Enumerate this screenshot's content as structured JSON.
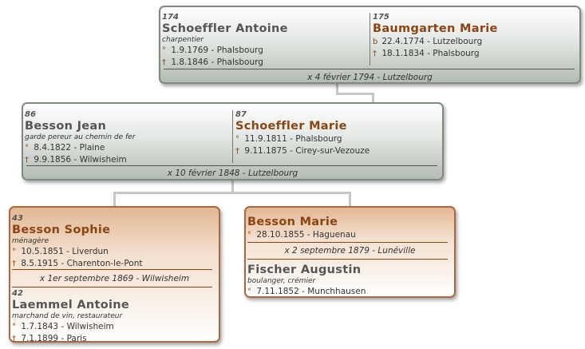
{
  "generation1": {
    "husband": {
      "number": "174",
      "name": "Schoeffler Antoine",
      "occupation": "charpentier",
      "birth_sym": "°",
      "birth": "1.9.1769 - Phalsbourg",
      "death_sym": "†",
      "death": "1.8.1846 - Phalsbourg"
    },
    "wife": {
      "number": "175",
      "name": "Baumgarten Marie",
      "birth_sym": "b",
      "birth": "22.4.1774 - Lutzelbourg",
      "death_sym": "†",
      "death": "18.1.1834 - Phalsbourg"
    },
    "marriage": "x 4 février 1794 - Lutzelbourg"
  },
  "generation2": {
    "husband": {
      "number": "86",
      "name": "Besson Jean",
      "occupation": "garde pereur au chemin de fer",
      "birth_sym": "°",
      "birth": "8.4.1822 - Plaine",
      "death_sym": "†",
      "death": "9.9.1856 - Wilwisheim"
    },
    "wife": {
      "number": "87",
      "name": "Schoeffler Marie",
      "birth_sym": "°",
      "birth": "11.9.1811 - Phalsbourg",
      "death_sym": "†",
      "death": "9.11.1875 - Cirey-sur-Vezouze"
    },
    "marriage": "x 10 février 1848 - Lutzelbourg"
  },
  "child1": {
    "person": {
      "number": "43",
      "name": "Besson Sophie",
      "occupation": "ménagère",
      "birth_sym": "°",
      "birth": "10.5.1851 - Liverdun",
      "death_sym": "†",
      "death": "8.5.1915 - Charenton-le-Pont"
    },
    "marriage": "x 1er septembre 1869 - Wilwisheim",
    "spouse": {
      "number": "42",
      "name": "Laemmel Antoine",
      "occupation": "marchand de vin, restaurateur",
      "birth_sym": "°",
      "birth": "1.7.1843 - Wilwisheim",
      "death_sym": "†",
      "death": "7.1.1899 - Paris"
    }
  },
  "child2": {
    "person": {
      "name": "Besson Marie",
      "birth_sym": "°",
      "birth": "28.10.1855 - Haguenau"
    },
    "marriage": "x 2 septembre 1879 - Lunéville",
    "spouse": {
      "name": "Fischer Augustin",
      "occupation": "boulanger, crémier",
      "birth_sym": "°",
      "birth": "7.11.1852 - Munchhausen"
    }
  },
  "colors": {
    "male_name": "#555555",
    "female_name": "#8b4513",
    "gray_border": "#7d8a7d",
    "brown_border": "#a9683f"
  }
}
